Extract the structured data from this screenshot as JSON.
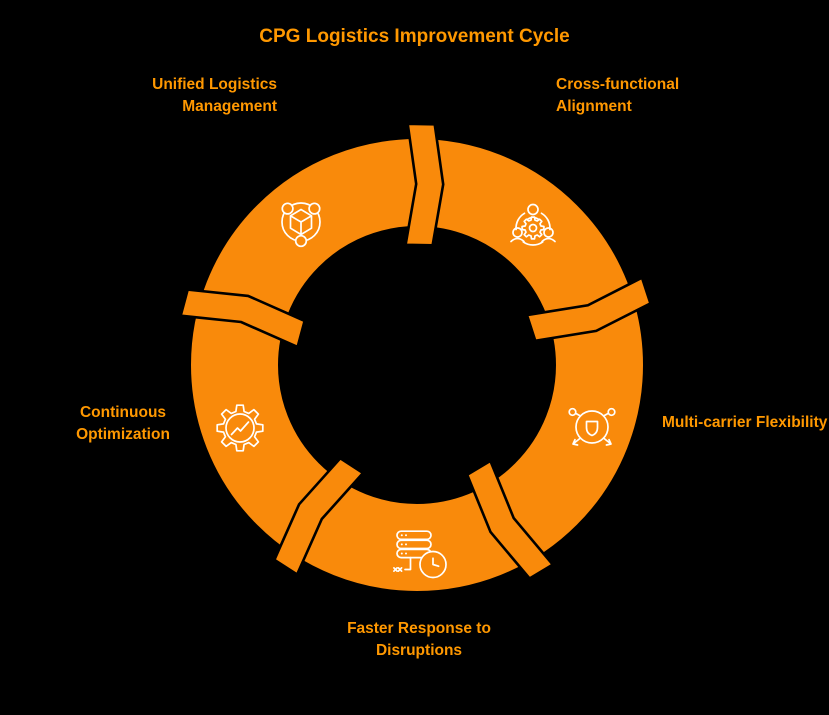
{
  "title": "CPG Logistics Improvement Cycle",
  "colors": {
    "background": "#000000",
    "ring": "#F98A0B",
    "label": "#FF9800",
    "icon_stroke": "#FFFFFF"
  },
  "cycle": {
    "direction": "clockwise",
    "steps": [
      {
        "icon": "cube-network-icon",
        "lines": [
          "Unified Logistics",
          "Management"
        ]
      },
      {
        "icon": "team-collaboration-icon",
        "lines": [
          "Cross-functional",
          "Alignment"
        ]
      },
      {
        "icon": "shield-routing-icon",
        "lines": [
          "Multi-carrier Flexibility"
        ]
      },
      {
        "icon": "server-clock-icon",
        "lines": [
          "Faster Response to",
          "Disruptions"
        ]
      },
      {
        "icon": "gear-chart-icon",
        "lines": [
          "Continuous",
          "Optimization"
        ]
      }
    ]
  }
}
